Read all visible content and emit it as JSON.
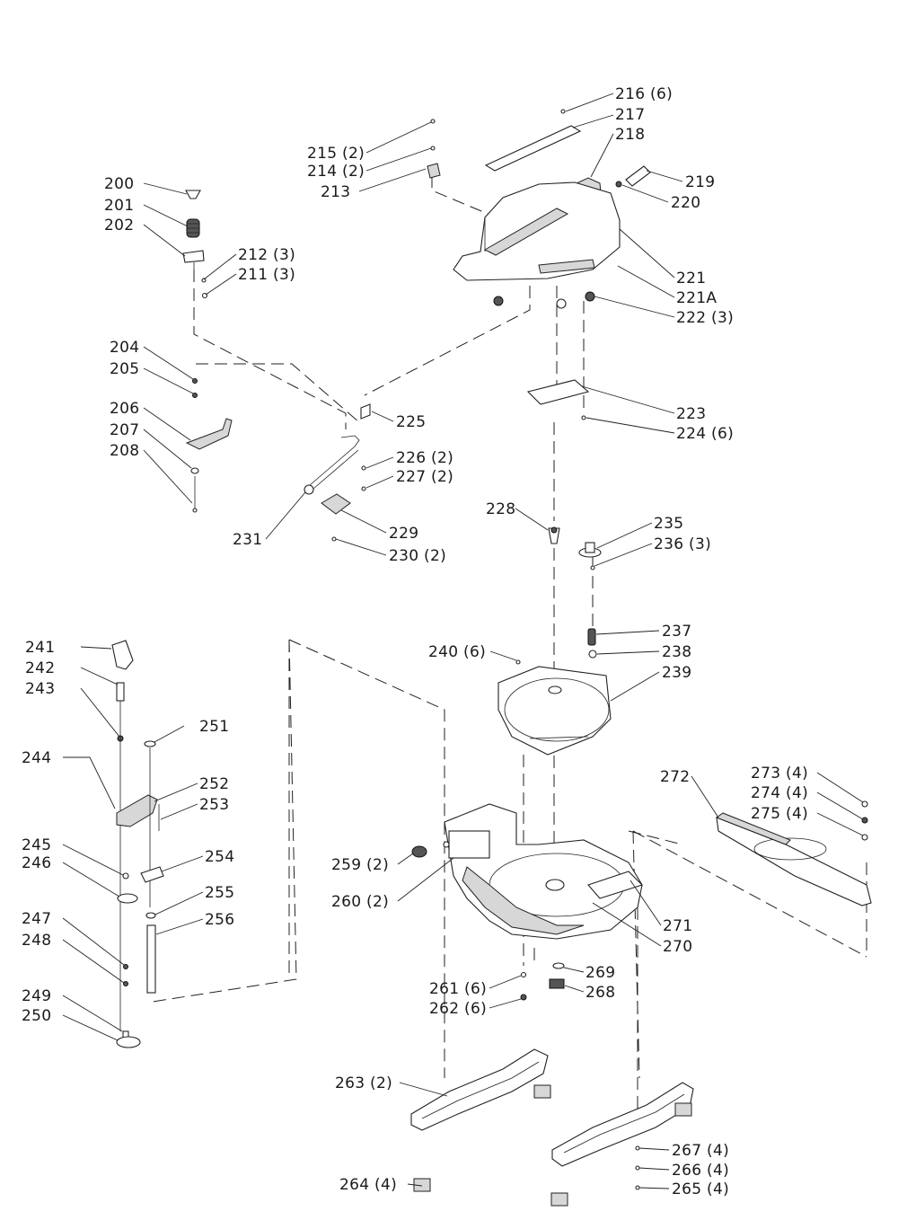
{
  "callouts": [
    {
      "id": "p200",
      "label": "200"
    },
    {
      "id": "p201",
      "label": "201"
    },
    {
      "id": "p202",
      "label": "202"
    },
    {
      "id": "p212",
      "label": "212 (3)"
    },
    {
      "id": "p211",
      "label": "211 (3)"
    },
    {
      "id": "p215",
      "label": "215 (2)"
    },
    {
      "id": "p214",
      "label": "214 (2)"
    },
    {
      "id": "p213",
      "label": "213"
    },
    {
      "id": "p216",
      "label": "216 (6)"
    },
    {
      "id": "p217",
      "label": "217"
    },
    {
      "id": "p218",
      "label": "218"
    },
    {
      "id": "p219",
      "label": "219"
    },
    {
      "id": "p220",
      "label": "220"
    },
    {
      "id": "p221",
      "label": "221"
    },
    {
      "id": "p221A",
      "label": "221A"
    },
    {
      "id": "p222",
      "label": "222 (3)"
    },
    {
      "id": "p204",
      "label": "204"
    },
    {
      "id": "p205",
      "label": "205"
    },
    {
      "id": "p206",
      "label": "206"
    },
    {
      "id": "p207",
      "label": "207"
    },
    {
      "id": "p208",
      "label": "208"
    },
    {
      "id": "p225",
      "label": "225"
    },
    {
      "id": "p226",
      "label": "226 (2)"
    },
    {
      "id": "p227",
      "label": "227 (2)"
    },
    {
      "id": "p223",
      "label": "223"
    },
    {
      "id": "p224",
      "label": "224 (6)"
    },
    {
      "id": "p231",
      "label": "231"
    },
    {
      "id": "p229",
      "label": "229"
    },
    {
      "id": "p230",
      "label": "230 (2)"
    },
    {
      "id": "p228",
      "label": "228"
    },
    {
      "id": "p235",
      "label": "235"
    },
    {
      "id": "p236",
      "label": "236 (3)"
    },
    {
      "id": "p237",
      "label": "237"
    },
    {
      "id": "p238",
      "label": "238"
    },
    {
      "id": "p239",
      "label": "239"
    },
    {
      "id": "p240",
      "label": "240 (6)"
    },
    {
      "id": "p241",
      "label": "241"
    },
    {
      "id": "p242",
      "label": "242"
    },
    {
      "id": "p243",
      "label": "243"
    },
    {
      "id": "p251",
      "label": "251"
    },
    {
      "id": "p244",
      "label": "244"
    },
    {
      "id": "p252",
      "label": "252"
    },
    {
      "id": "p253",
      "label": "253"
    },
    {
      "id": "p245",
      "label": "245"
    },
    {
      "id": "p246",
      "label": "246"
    },
    {
      "id": "p254",
      "label": "254"
    },
    {
      "id": "p255",
      "label": "255"
    },
    {
      "id": "p247",
      "label": "247"
    },
    {
      "id": "p256",
      "label": "256"
    },
    {
      "id": "p248",
      "label": "248"
    },
    {
      "id": "p249",
      "label": "249"
    },
    {
      "id": "p250",
      "label": "250"
    },
    {
      "id": "p272",
      "label": "272"
    },
    {
      "id": "p273",
      "label": "273 (4)"
    },
    {
      "id": "p274",
      "label": "274 (4)"
    },
    {
      "id": "p275",
      "label": "275 (4)"
    },
    {
      "id": "p259",
      "label": "259 (2)"
    },
    {
      "id": "p260",
      "label": "260 (2)"
    },
    {
      "id": "p271",
      "label": "271"
    },
    {
      "id": "p270",
      "label": "270"
    },
    {
      "id": "p269",
      "label": "269"
    },
    {
      "id": "p268",
      "label": "268"
    },
    {
      "id": "p261",
      "label": "261 (6)"
    },
    {
      "id": "p262",
      "label": "262 (6)"
    },
    {
      "id": "p263",
      "label": "263 (2)"
    },
    {
      "id": "p264",
      "label": "264 (4)"
    },
    {
      "id": "p267",
      "label": "267 (4)"
    },
    {
      "id": "p266",
      "label": "266 (4)"
    },
    {
      "id": "p265",
      "label": "265 (4)"
    }
  ]
}
